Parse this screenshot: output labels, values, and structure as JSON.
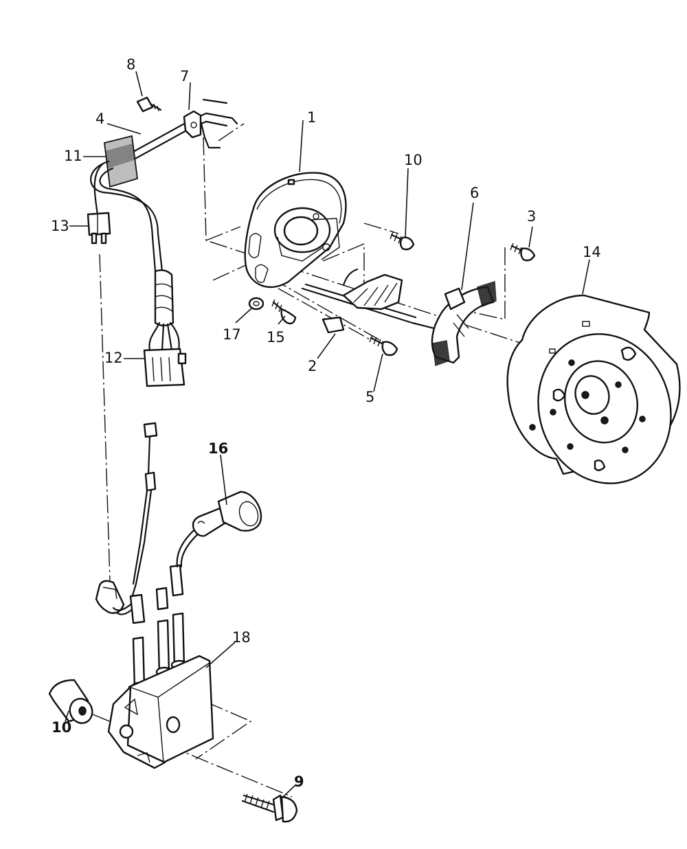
{
  "callouts": [
    {
      "id": "1",
      "text": "1"
    },
    {
      "id": "2",
      "text": "2"
    },
    {
      "id": "3",
      "text": "3"
    },
    {
      "id": "4",
      "text": "4"
    },
    {
      "id": "5",
      "text": "5"
    },
    {
      "id": "6",
      "text": "6"
    },
    {
      "id": "7",
      "text": "7"
    },
    {
      "id": "8",
      "text": "8"
    },
    {
      "id": "9",
      "text": "9"
    },
    {
      "id": "10a",
      "text": "10"
    },
    {
      "id": "10b",
      "text": "10"
    },
    {
      "id": "11",
      "text": "11"
    },
    {
      "id": "12",
      "text": "12"
    },
    {
      "id": "13",
      "text": "13"
    },
    {
      "id": "14",
      "text": "14"
    },
    {
      "id": "15",
      "text": "15"
    },
    {
      "id": "16",
      "text": "16"
    },
    {
      "id": "17",
      "text": "17"
    },
    {
      "id": "18",
      "text": "18"
    }
  ],
  "colors": {
    "ink": "#111111",
    "paper": "#ffffff",
    "shade": "#bdbdbd"
  }
}
